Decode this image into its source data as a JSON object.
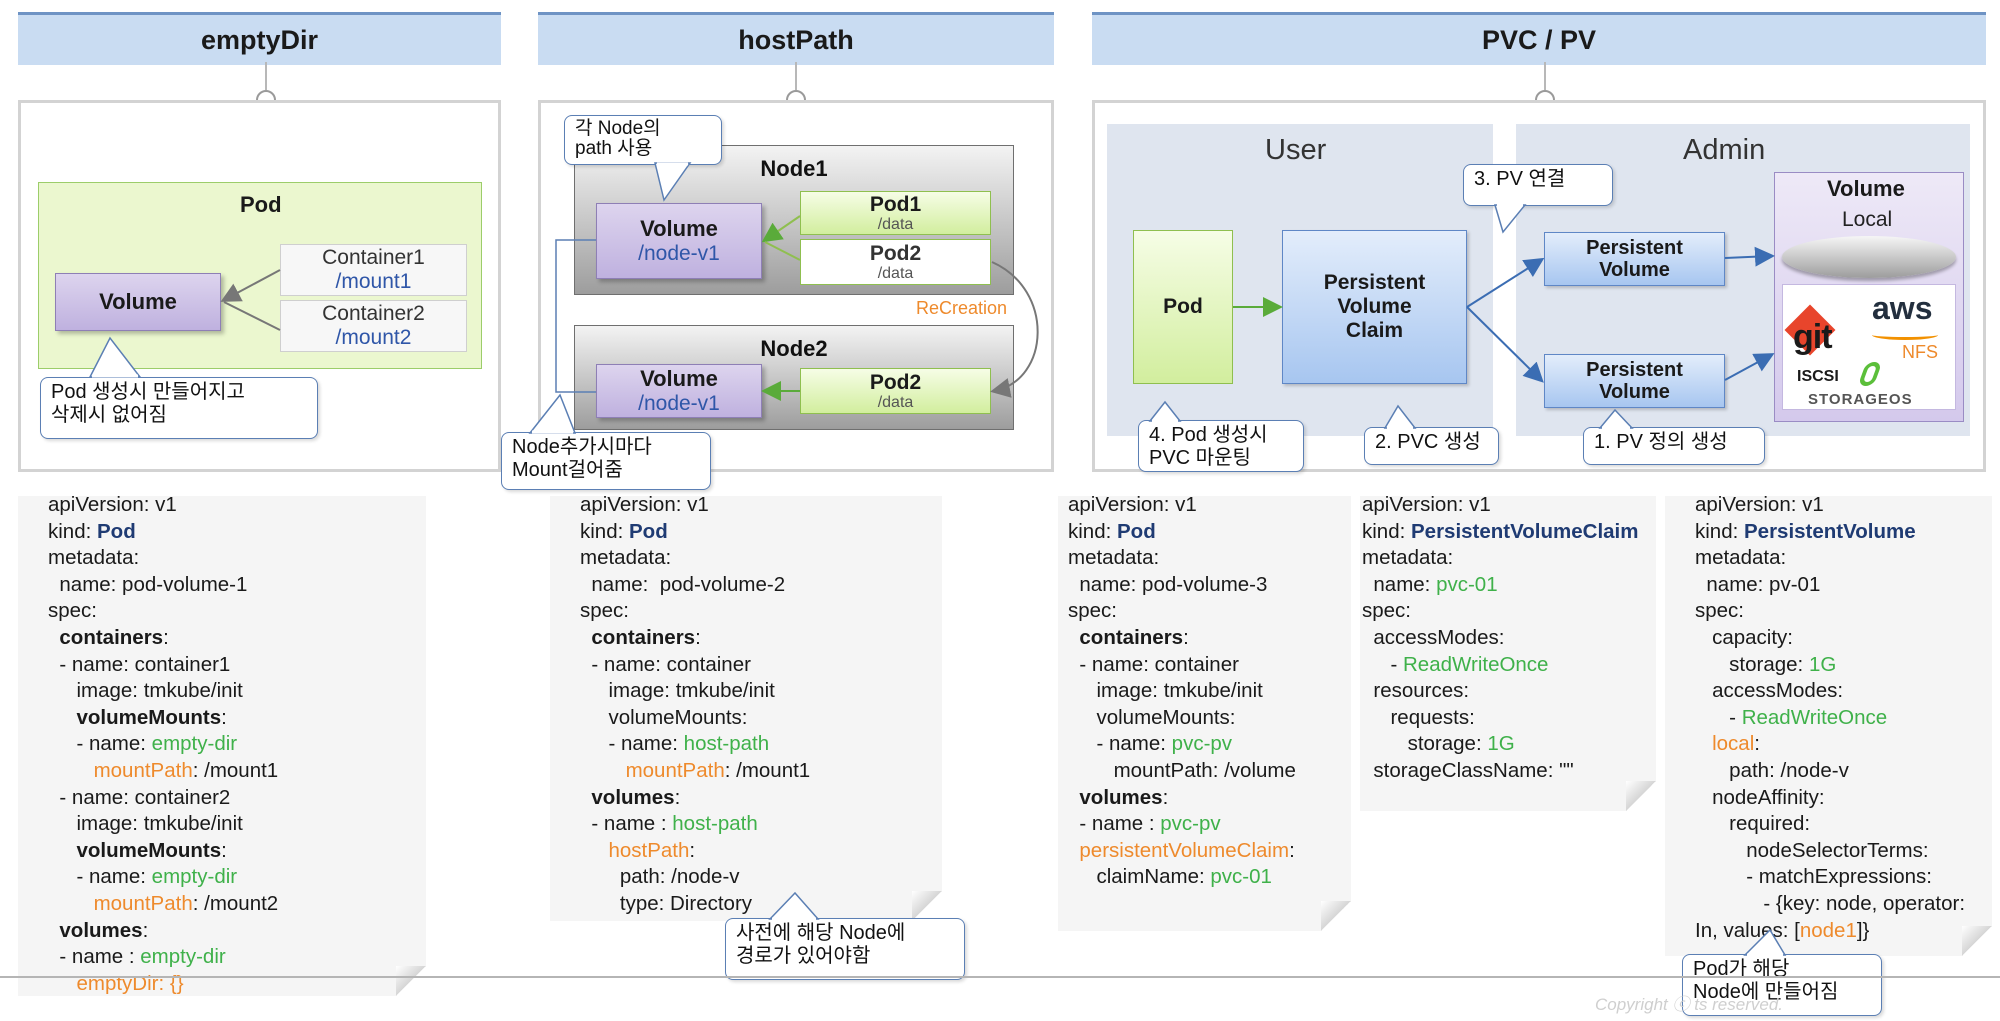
{
  "sections": {
    "emptydir": "emptyDir",
    "hostpath": "hostPath",
    "pvcpv": "PVC / PV"
  },
  "emptydir_diagram": {
    "pod": "Pod",
    "volume": "Volume",
    "container1": "Container1",
    "mount1": "/mount1",
    "container2": "Container2",
    "mount2": "/mount2",
    "callout_line1": "Pod 생성시 만들어지고",
    "callout_line2": "삭제시 없어짐"
  },
  "hostpath_diagram": {
    "callout_top_line1": "각 Node의",
    "callout_top_line2": "path 사용",
    "node1": "Node1",
    "node2": "Node2",
    "volume": "Volume",
    "volume_path": "/node-v1",
    "pod1": "Pod1",
    "pod2": "Pod2",
    "data": "/data",
    "recreation": "ReCreation",
    "callout_bottom_line1": "Node추가시마다",
    "callout_bottom_line2": "Mount걸어줌",
    "callout_code_line1": "사전에 해당 Node에",
    "callout_code_line2": "경로가 있어야함"
  },
  "pvc_diagram": {
    "user": "User",
    "admin": "Admin",
    "pod": "Pod",
    "pvc_line1": "Persistent",
    "pvc_line2": "Volume",
    "pvc_line3": "Claim",
    "pv_line1": "Persistent",
    "pv_line2": "Volume",
    "volume": "Volume",
    "local": "Local",
    "logo_git": "git",
    "logo_aws": "aws",
    "logo_nfs": "NFS",
    "logo_iscsi": "ISCSI",
    "logo_storageos": "STORAGEOS",
    "step3": "3. PV 연결",
    "step4_line1": "4. Pod 생성시",
    "step4_line2": "PVC 마운팅",
    "step2": "2. PVC 생성",
    "step1": "1. PV 정의 생성",
    "callout_pv_line1": "Pod가 해당",
    "callout_pv_line2": "Node에 만들어짐"
  },
  "yaml": {
    "emptydir": {
      "l1": "apiVersion: v1",
      "l2_key": "kind: ",
      "l2_val": "Pod",
      "l3": "metadata:",
      "l4": "  name: pod-volume-1",
      "l5": "spec:",
      "l6": "containers",
      "colon": ":",
      "l7": "  - name: container1",
      "l8": "     image: tmkube/init",
      "l9": "volumeMounts",
      "l10_pre": "     - name: ",
      "l10_val": "empty-dir",
      "l11_key": "mountPath",
      "l11_val": ": /mount1",
      "l12": "  - name: container2",
      "l13": "     image: tmkube/init",
      "l15_pre": "     - name: ",
      "l15_val": "empty-dir",
      "l16_key": "mountPath",
      "l16_val": ": /mount2",
      "l17": "volumes",
      "l18_pre": "  - name : ",
      "l18_val": "empty-dir",
      "l19": "emptyDir: {}"
    },
    "hostpath": {
      "l1": "apiVersion: v1",
      "l2_key": "kind: ",
      "l2_val": "Pod",
      "l3": "metadata:",
      "l4": "  name:  pod-volume-2",
      "l5": "spec:",
      "l6": "containers",
      "colon": ":",
      "l7": "  - name: container",
      "l8": "     image: tmkube/init",
      "l9": "     volumeMounts:",
      "l10_pre": "     - name: ",
      "l10_val": "host-path",
      "l11_key": "mountPath",
      "l11_val": ": /mount1",
      "l12": "volumes",
      "l13_pre": "  - name : ",
      "l13_val": "host-path",
      "l14": "hostPath",
      "l15": "       path: /node-v",
      "l16": "       type: Directory"
    },
    "pod3": {
      "l1": "apiVersion: v1",
      "l2_key": "kind: ",
      "l2_val": "Pod",
      "l3": "metadata:",
      "l4": "  name: pod-volume-3",
      "l5": "spec:",
      "l6": "containers",
      "colon": ":",
      "l7": "  - name: container",
      "l8": "     image: tmkube/init",
      "l9": "     volumeMounts:",
      "l10_pre": "     - name: ",
      "l10_val": "pvc-pv",
      "l11": "        mountPath: /volume",
      "l12": "volumes",
      "l13_pre": "  - name : ",
      "l13_val": "pvc-pv",
      "l14": "persistentVolumeClaim",
      "l15_pre": "     claimName: ",
      "l15_val": "pvc-01"
    },
    "pvc": {
      "l1": "apiVersion: v1",
      "l2_key": "kind: ",
      "l2_val": "PersistentVolumeClaim",
      "l3": "metadata:",
      "l4_pre": "  name: ",
      "l4_val": "pvc-01",
      "l5": "spec:",
      "l6": "  accessModes:",
      "l7_pre": "     - ",
      "l7_val": "ReadWriteOnce",
      "l8": "  resources:",
      "l9": "     requests:",
      "l10_pre": "        storage: ",
      "l10_val": "1G",
      "l11": "  storageClassName: \"\""
    },
    "pv": {
      "l1": "apiVersion: v1",
      "l2_key": "kind: ",
      "l2_val": "PersistentVolume",
      "l3": "metadata:",
      "l4": "  name: pv-01",
      "l5": "spec:",
      "l6": "   capacity:",
      "l7_pre": "      storage: ",
      "l7_val": "1G",
      "l8": "   accessModes:",
      "l9_pre": "      - ",
      "l9_val": "ReadWriteOnce",
      "l10_key": "local",
      "l11": "      path: /node-v",
      "l12": "   nodeAffinity:",
      "l13": "      required:",
      "l14": "         nodeSelectorTerms:",
      "l15": "         - matchExpressions:",
      "l16": "            - {key: node, operator:",
      "l17_pre": "In, values: [",
      "l17_val": "node1",
      "l17_post": "]}"
    }
  },
  "footer": {
    "copyright": "Copyright ⓒ                                  ts reserved."
  }
}
